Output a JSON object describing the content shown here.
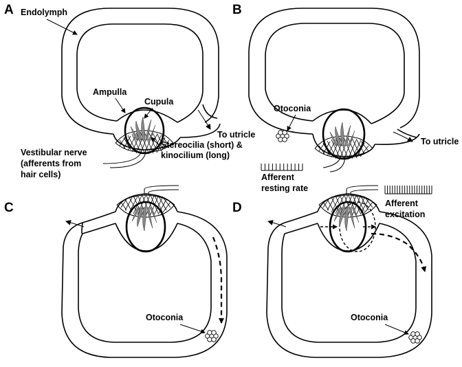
{
  "panels": {
    "A": {
      "letter": "A"
    },
    "B": {
      "letter": "B"
    },
    "C": {
      "letter": "C"
    },
    "D": {
      "letter": "D"
    }
  },
  "labels": {
    "endolymph": "Endolymph",
    "ampulla": "Ampulla",
    "cupula": "Cupula",
    "to_utricle_a": "To utricle",
    "stereocilia_line1": "Stereocilia (short) &",
    "stereocilia_line2": "kinocilium (long)",
    "vestibular_line1": "Vestibular nerve",
    "vestibular_line2": "(afferents from",
    "vestibular_line3": "hair cells)",
    "otoconia_b": "Otoconia",
    "to_utricle_b": "To utricle",
    "afferent_resting_line1": "Afferent",
    "afferent_resting_line2": "resting rate",
    "otoconia_c": "Otoconia",
    "afferent_excitation_line1": "Afferent",
    "afferent_excitation_line2": "excitation",
    "otoconia_d": "Otoconia"
  },
  "spike_trains": {
    "resting_rate_spikes": 12,
    "excitation_spikes": 20
  }
}
